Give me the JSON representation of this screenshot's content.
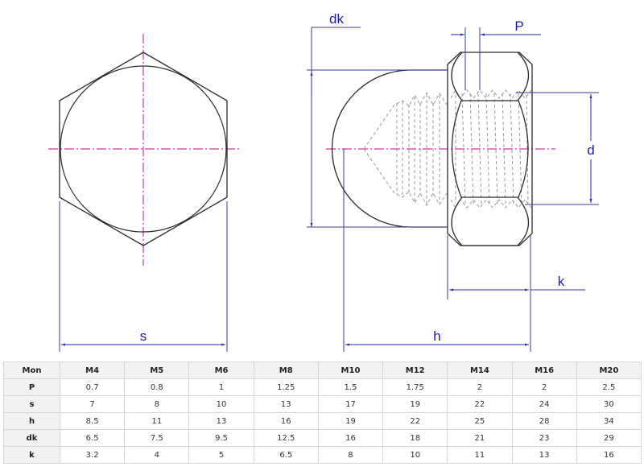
{
  "drawing": {
    "views": [
      "end-view-hexagon",
      "side-view-acorn-nut"
    ],
    "dimension_labels": {
      "s": "s",
      "h": "h",
      "dk": "dk",
      "P": "P",
      "d": "d",
      "k": "k"
    },
    "colors": {
      "outline": "#2b2b2b",
      "dimension": "#3a3a9a",
      "centerline": "#c0409a",
      "hidden_thread": "#9a9a9a"
    }
  },
  "table": {
    "header": [
      "Mon",
      "M4",
      "M5",
      "M6",
      "M8",
      "M10",
      "M12",
      "M14",
      "M16",
      "M20"
    ],
    "rows": [
      {
        "label": "P",
        "values": [
          "0.7",
          "0.8",
          "1",
          "1.25",
          "1.5",
          "1.75",
          "2",
          "2",
          "2.5"
        ]
      },
      {
        "label": "s",
        "values": [
          "7",
          "8",
          "10",
          "13",
          "17",
          "19",
          "22",
          "24",
          "30"
        ]
      },
      {
        "label": "h",
        "values": [
          "8.5",
          "11",
          "13",
          "16",
          "19",
          "22",
          "25",
          "28",
          "34"
        ]
      },
      {
        "label": "dk",
        "values": [
          "6.5",
          "7.5",
          "9.5",
          "12.5",
          "16",
          "18",
          "21",
          "23",
          "29"
        ]
      },
      {
        "label": "k",
        "values": [
          "3.2",
          "4",
          "5",
          "6.5",
          "8",
          "10",
          "11",
          "13",
          "16"
        ]
      }
    ]
  }
}
